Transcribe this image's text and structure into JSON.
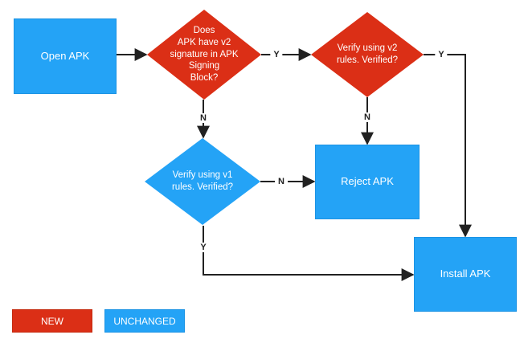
{
  "theme": {
    "new_color": "#DB2F16",
    "new_border": "#C42A0E",
    "unchanged_color": "#24A3F6",
    "unchanged_border": "#1B93E4",
    "line_color": "#212121",
    "text_color": "#FFFFFF"
  },
  "flowchart": {
    "nodes": {
      "open_apk": {
        "label": "Open APK"
      },
      "has_v2_signature": {
        "label": "Does\nAPK have v2\nsignature in APK\nSigning\nBlock?"
      },
      "verify_v2": {
        "label": "Verify using v2\nrules. Verified?"
      },
      "verify_v1": {
        "label": "Verify using v1\nrules. Verified?"
      },
      "reject_apk": {
        "label": "Reject APK"
      },
      "install_apk": {
        "label": "Install APK"
      }
    },
    "edge_labels": {
      "has_v2_yes": "Y",
      "has_v2_no": "N",
      "verify_v2_yes": "Y",
      "verify_v2_no": "N",
      "verify_v1_yes": "Y",
      "verify_v1_no": "N"
    },
    "legend": {
      "new": "NEW",
      "unchanged": "UNCHANGED"
    }
  }
}
